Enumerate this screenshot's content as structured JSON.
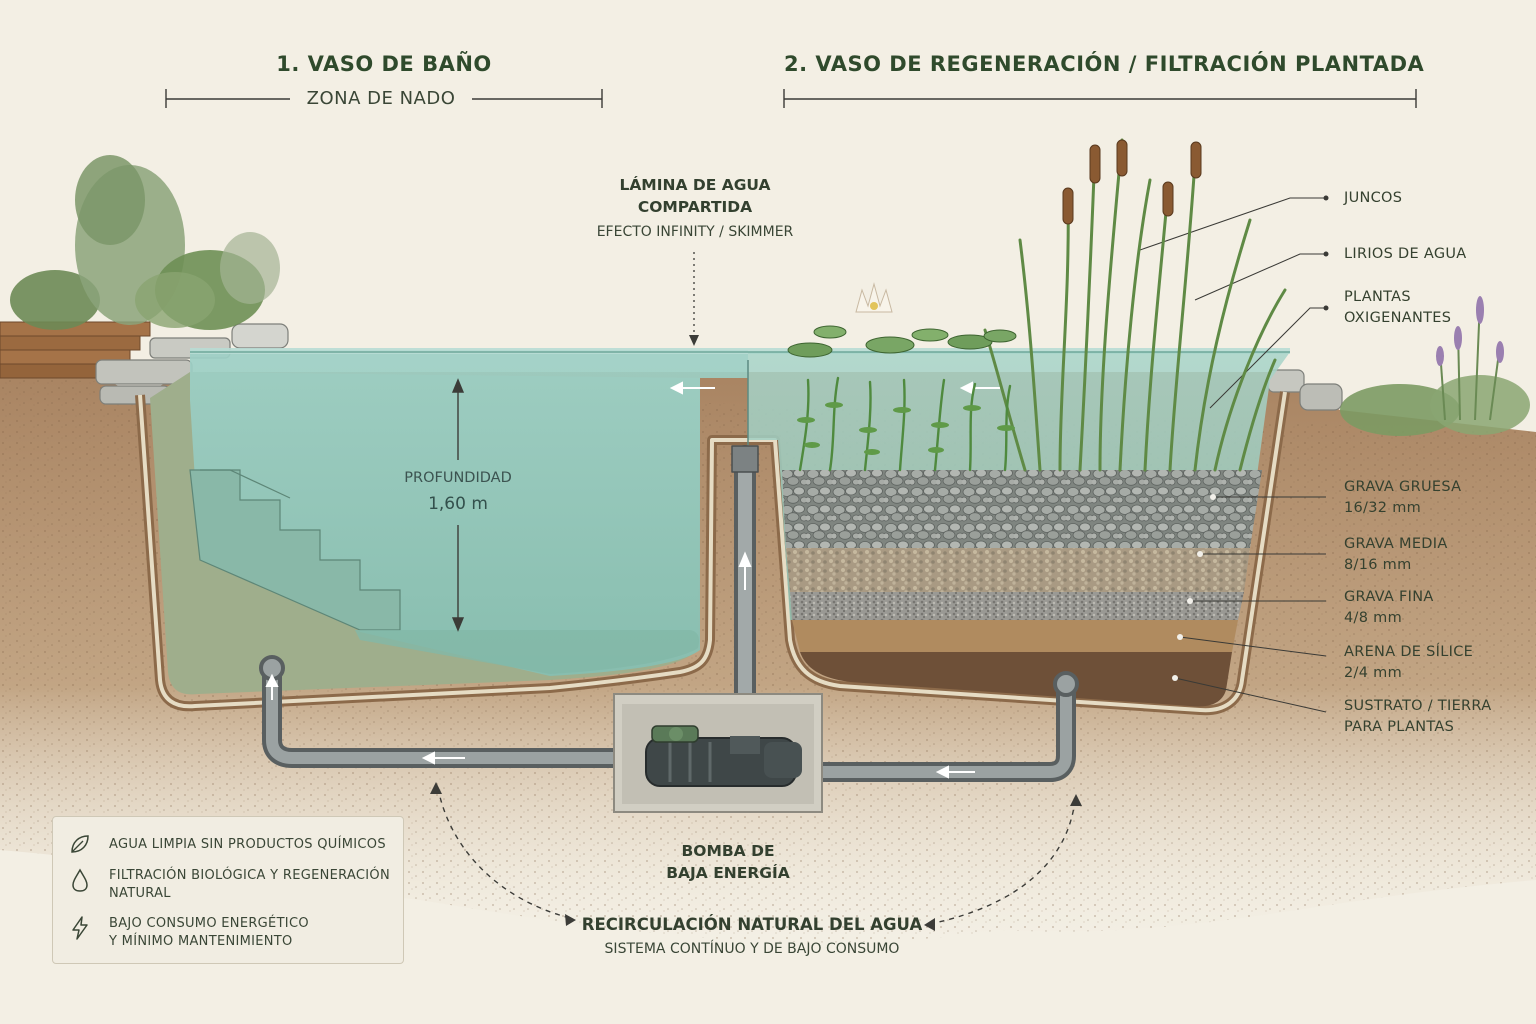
{
  "headers": {
    "pool_title": "1. VASO DE BAÑO",
    "pool_subtitle": "ZONA DE NADO",
    "regen_title": "2. VASO DE REGENERACIÓN / FILTRACIÓN PLANTADA"
  },
  "callouts": {
    "water_sheet": [
      "LÁMINA DE AGUA",
      "COMPARTIDA"
    ],
    "water_sheet_sub": "EFECTO INFINITY / SKIMMER",
    "depth_label": "PROFUNDIDAD",
    "depth_value": "1,60 m",
    "pump": [
      "BOMBA DE",
      "BAJA ENERGÍA"
    ],
    "recirc_title": "RECIRCULACIÓN NATURAL DEL AGUA",
    "recirc_sub": "SISTEMA CONTÍNUO Y DE BAJO CONSUMO"
  },
  "plant_labels": [
    {
      "text": [
        "JUNCOS"
      ]
    },
    {
      "text": [
        "LIRIOS DE AGUA"
      ]
    },
    {
      "text": [
        "PLANTAS",
        "OXIGENANTES"
      ]
    }
  ],
  "layer_labels": [
    {
      "name": "GRAVA GRUESA",
      "size": "16/32 mm"
    },
    {
      "name": "GRAVA MEDIA",
      "size": "8/16 mm"
    },
    {
      "name": "GRAVA FINA",
      "size": "4/8 mm"
    },
    {
      "name": "ARENA DE SÍLICE",
      "size": "2/4 mm"
    },
    {
      "name": "SUSTRATO / TIERRA",
      "size": "PARA PLANTAS"
    }
  ],
  "legend": [
    {
      "icon": "leaf-icon",
      "text": [
        "AGUA LIMPIA SIN PRODUCTOS QUÍMICOS"
      ]
    },
    {
      "icon": "water-drop-icon",
      "text": [
        "FILTRACIÓN BIOLÓGICA Y REGENERACIÓN",
        "NATURAL"
      ]
    },
    {
      "icon": "lightning-icon",
      "text": [
        "BAJO CONSUMO ENERGÉTICO",
        "Y MÍNIMO MANTENIMIENTO"
      ]
    }
  ],
  "colors": {
    "background": "#f3efe4",
    "soil": "#b89a74",
    "water": "#8fc6bb",
    "text_green": "#2f4a2c",
    "pipe": "#7e8586"
  }
}
